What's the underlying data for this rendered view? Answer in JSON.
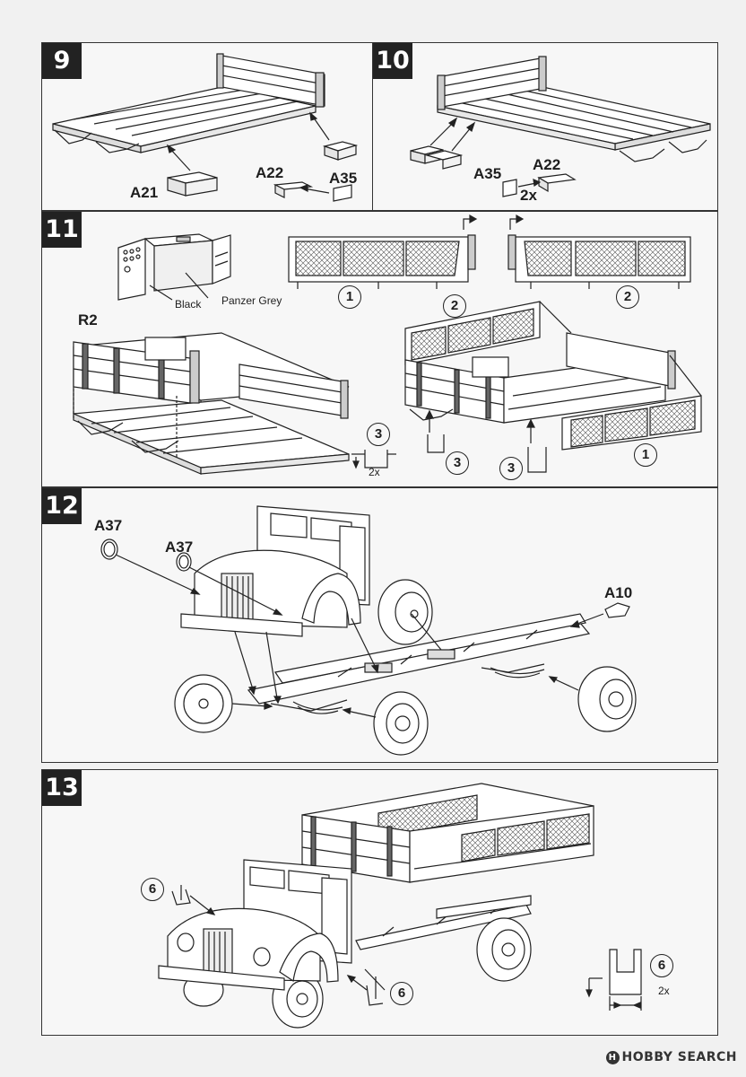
{
  "steps": {
    "s9": {
      "number": "9",
      "labels": {
        "a21": "A21",
        "a22": "A22",
        "a35": "A35"
      }
    },
    "s10": {
      "number": "10",
      "labels": {
        "a35": "A35",
        "a22": "A22",
        "qty": "2x"
      }
    },
    "s11": {
      "number": "11",
      "labels": {
        "black": "Black",
        "panzer_grey": "Panzer Grey",
        "r2": "R2",
        "qty": "2x"
      },
      "callouts": {
        "c1a": "1",
        "c2a": "2",
        "c2b": "2",
        "c3a": "3",
        "c3b": "3",
        "c3c": "3",
        "c1b": "1"
      }
    },
    "s12": {
      "number": "12",
      "labels": {
        "a37a": "A37",
        "a37b": "A37",
        "a10": "A10"
      }
    },
    "s13": {
      "number": "13",
      "labels": {
        "qty": "2x"
      },
      "callouts": {
        "c6a": "6",
        "c6b": "6",
        "c6c": "6"
      }
    }
  },
  "footer": {
    "brand": "HOBBY SEARCH",
    "icon": "hobby-search-logo-icon"
  }
}
